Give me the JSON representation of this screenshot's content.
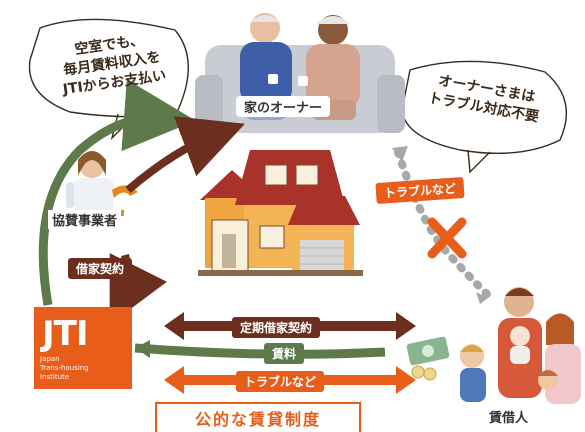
{
  "owner_bubble": "空室でも、\n毎月賃料収入を\nJTIからお支払い",
  "trouble_bubble": "オーナーさまは\nトラブル対応不要",
  "owner_label": "家のオーナー",
  "partner_label": "協賛事業者",
  "lease_label": "借家契約",
  "trouble_tag": "トラブルなど",
  "jti": {
    "logo": "JTI",
    "sub": "Japan\nTrans-housing\nInstitute"
  },
  "fixed_lease": "定期借家契約",
  "rent": "賃料",
  "trouble_bottom": "トラブルなど",
  "tenant_label": "賃借人",
  "system_label": "公的な賃貸制度",
  "colors": {
    "orange": "#e85d1a",
    "brown": "#6b2e1f",
    "green": "#5e7a4a"
  }
}
